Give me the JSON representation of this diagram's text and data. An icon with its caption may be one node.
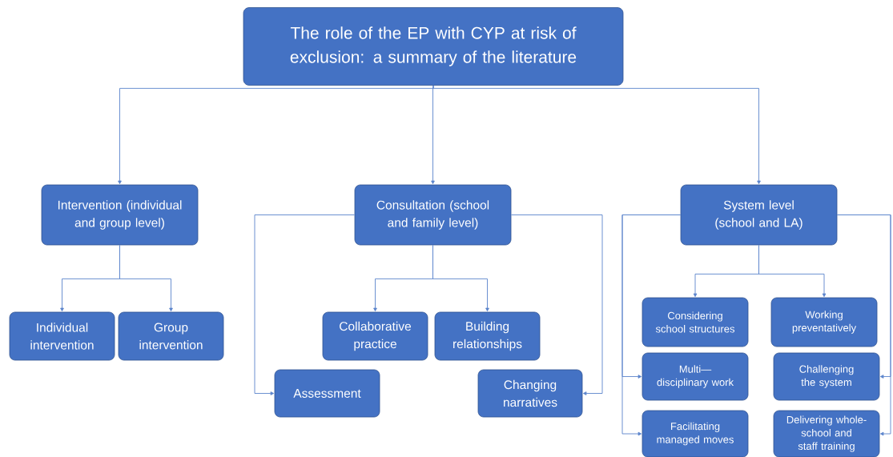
{
  "diagram": {
    "nodes": [
      {
        "text": [
          "The role of the EP with CYP at risk of exclusion: a summary of the literature"
        ]
      },
      {
        "text": [
          "Intervention (individual and group level)"
        ]
      },
      {
        "text": [
          "Consultation (school and family level)"
        ]
      },
      {
        "text": [
          "System level (school and LA)"
        ]
      },
      {
        "text": [
          "Individual intervention"
        ]
      },
      {
        "text": [
          "Group intervention"
        ]
      },
      {
        "text": [
          "Collaborative practice"
        ]
      },
      {
        "text": [
          "Building relationships"
        ]
      },
      {
        "text": [
          "Assessment"
        ]
      },
      {
        "text": [
          "Changing narratives"
        ]
      },
      {
        "text": [
          "Considering school structures"
        ]
      },
      {
        "text": [
          "Working preventatively"
        ]
      },
      {
        "text": [
          "Multi— disciplinary work"
        ]
      },
      {
        "text": [
          "Challenging the system"
        ]
      },
      {
        "text": [
          "Facilitating managed moves"
        ]
      },
      {
        "text": [
          "Delivering whole-school and staff training"
        ]
      }
    ],
    "edges": [
      {
        "from": 0,
        "to": 1,
        "arrow": "to"
      },
      {
        "from": 0,
        "to": 2,
        "arrow": "to"
      },
      {
        "from": 0,
        "to": 3,
        "arrow": "to"
      },
      {
        "from": 1,
        "to": 4,
        "arrow": "to"
      },
      {
        "from": 1,
        "to": 5,
        "arrow": "to"
      },
      {
        "from": 2,
        "to": 6,
        "arrow": "to"
      },
      {
        "from": 2,
        "to": 7,
        "arrow": "to"
      },
      {
        "from": 2,
        "to": 8,
        "arrow": "to"
      },
      {
        "from": 2,
        "to": 9,
        "arrow": "to"
      },
      {
        "from": 3,
        "to": 10,
        "arrow": "to"
      },
      {
        "from": 3,
        "to": 11,
        "arrow": "to"
      },
      {
        "from": 3,
        "to": 12,
        "arrow": "to"
      },
      {
        "from": 3,
        "to": 14,
        "arrow": "to"
      },
      {
        "from": 3,
        "to": 13,
        "arrow": "to"
      },
      {
        "from": 3,
        "to": 15,
        "arrow": "to"
      }
    ]
  }
}
